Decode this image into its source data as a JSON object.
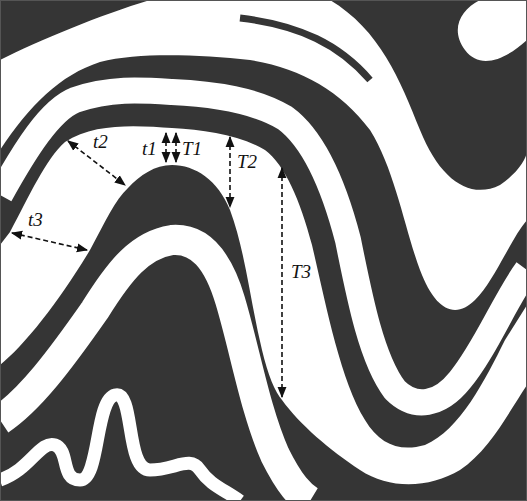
{
  "diagram": {
    "labels": [
      "t1",
      "T1",
      "t2",
      "T2",
      "t3",
      "T3"
    ]
  }
}
